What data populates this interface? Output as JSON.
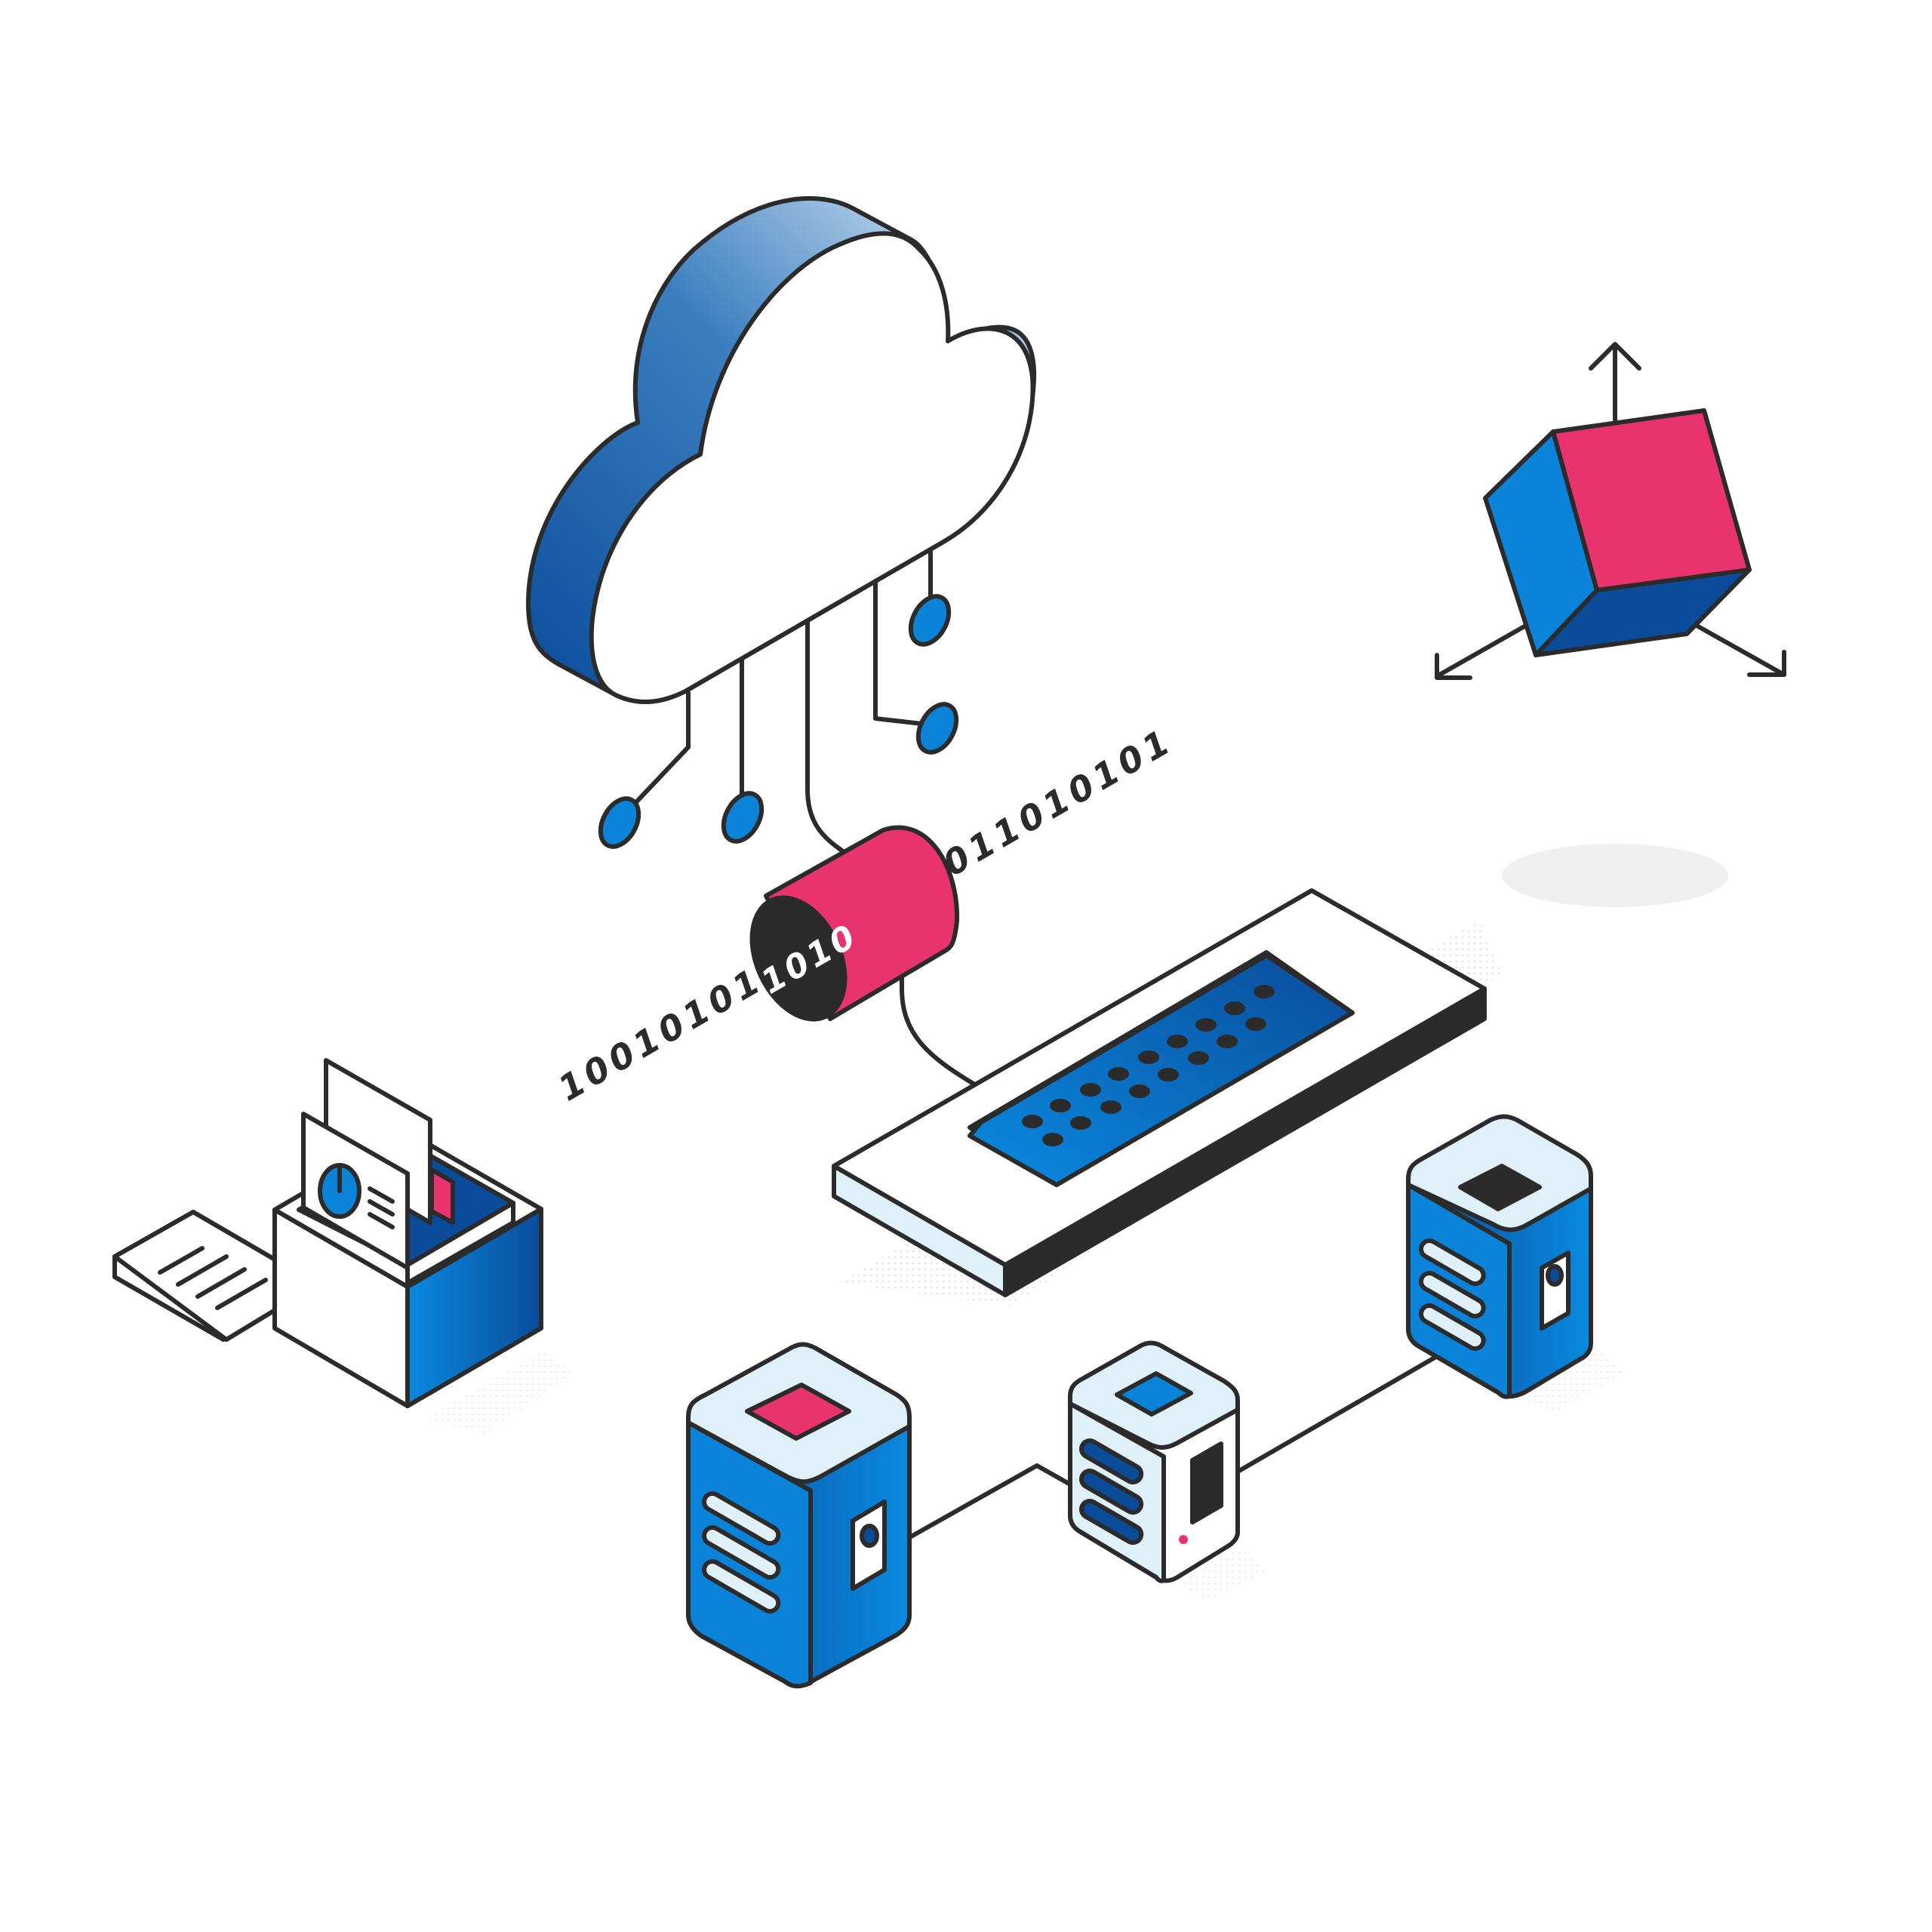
{
  "illustration": {
    "binary_stream_left": "10010101010",
    "binary_stream_right": "011010101",
    "binary_on_cylinder": "1010"
  },
  "icons": [
    "cloud-icon",
    "cube-icon",
    "cylinder-icon",
    "keyboard-icon",
    "printer-icon",
    "server-icon"
  ],
  "colors": {
    "blue": "#0a83d8",
    "dark_blue": "#0a4c9a",
    "pink": "#e8336f",
    "light_blue": "#dff0f9",
    "outline": "#2b2b2b"
  }
}
